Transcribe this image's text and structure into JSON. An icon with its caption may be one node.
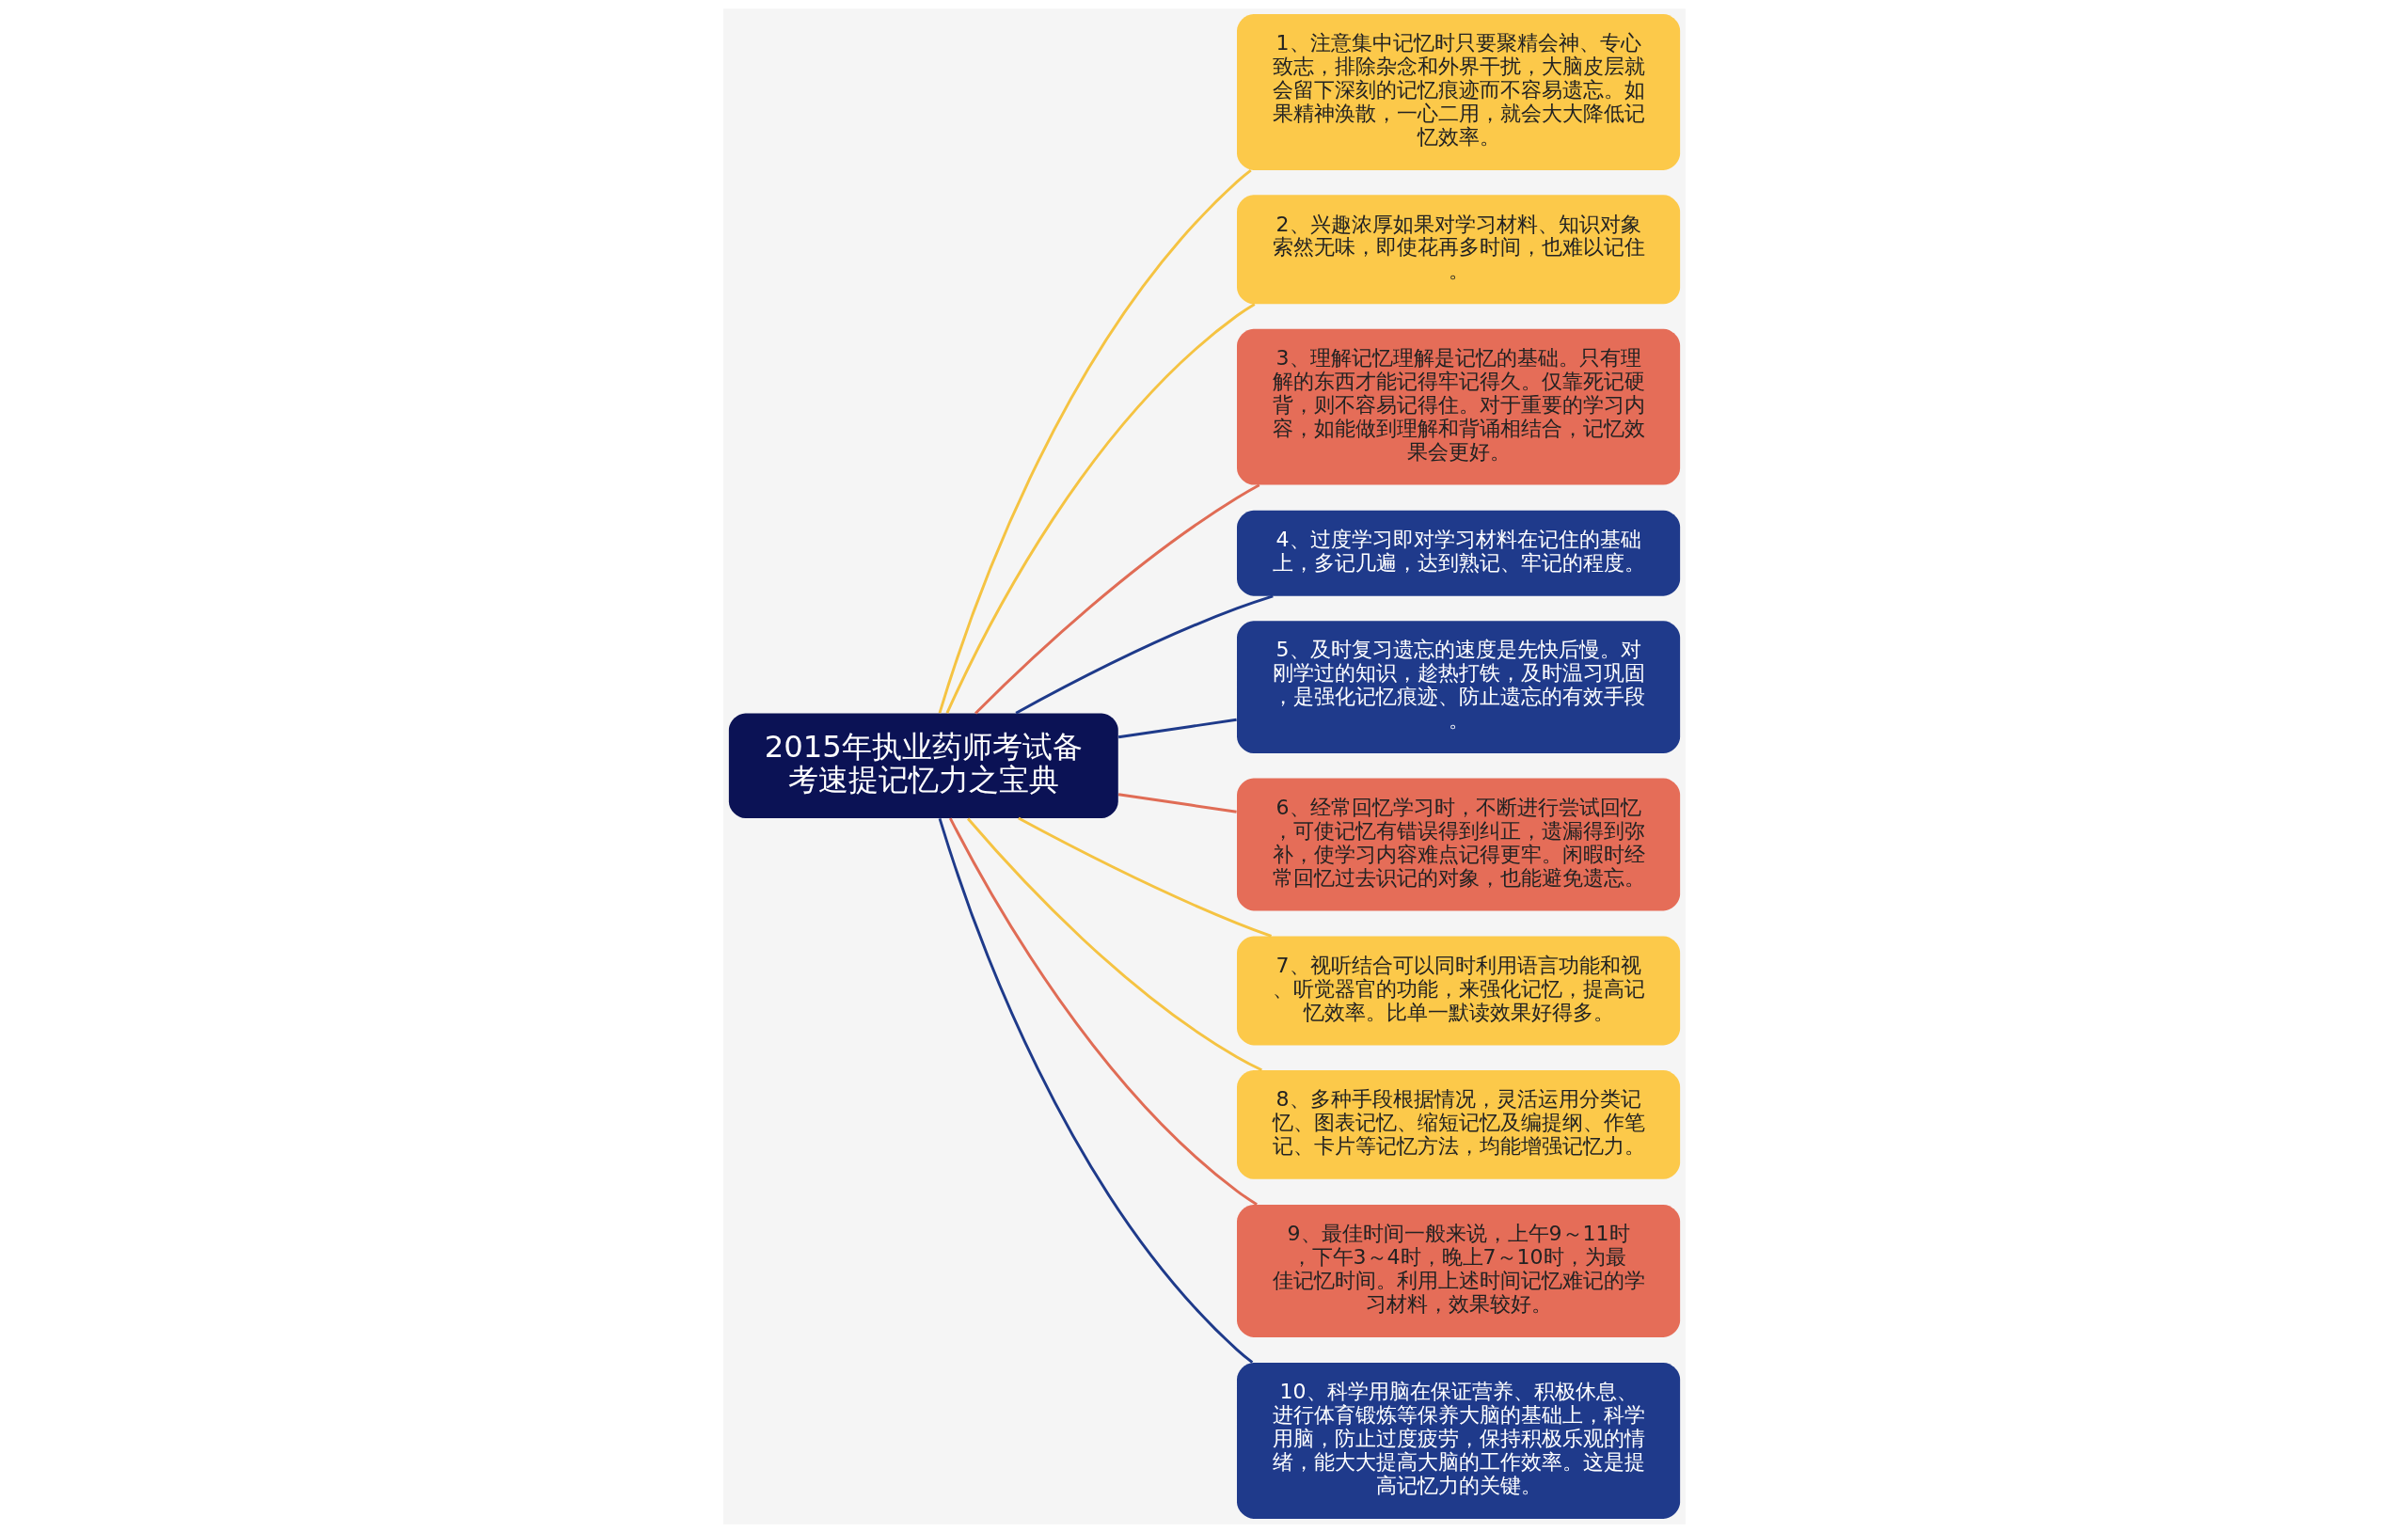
{
  "diagram": {
    "nodes": [
      {
        "text": [
          "2015年执业药师考试备考速提记忆力之宝典"
        ]
      },
      {
        "text": [
          "1、注意集中记忆时只要聚精会神、专心致志，排除杂念和外界干扰，大脑皮层就会留下深刻的记忆痕迹而不容易遗忘。如果精神涣散，一心二用，就会大大降低记忆效率。"
        ]
      },
      {
        "text": [
          "2、兴趣浓厚如果对学习材料、知识对象索然无味，即使花再多时间，也难以记住。"
        ]
      },
      {
        "text": [
          "3、理解记忆理解是记忆的基础。只有理解的东西才能记得牢记得久。仅靠死记硬背，则不容易记得住。对于重要的学习内容，如能做到理解和背诵相结合，记忆效果会更好。"
        ]
      },
      {
        "text": [
          "4、过度学习即对学习材料在记住的基础上，多记几遍，达到熟记、牢记的程度。"
        ]
      },
      {
        "text": [
          "5、及时复习遗忘的速度是先快后慢。对刚学过的知识，趁热打铁，及时温习巩固，是强化记忆痕迹、防止遗忘的有效手段。"
        ]
      },
      {
        "text": [
          "6、经常回忆学习时，不断进行尝试回忆，可使记忆有错误得到纠正，遗漏得到弥补，使学习内容难点记得更牢。闲暇时经常回忆过去识记的对象，也能避免遗忘。"
        ]
      },
      {
        "text": [
          "7、视听结合可以同时利用语言功能和视、听觉器官的功能，来强化记忆，提高记忆效率。比单一默读效果好得多。"
        ]
      },
      {
        "text": [
          "8、多种手段根据情况，灵活运用分类记忆、图表记忆、缩短记忆及编提纲、作笔记、卡片等记忆方法，均能增强记忆力。"
        ]
      },
      {
        "text": [
          "9、最佳时间一般来说，上午9～11时，下午3～4时，晚上7～10时，为最佳记忆时间。利用上述时间记忆难记的学习材料，效果较好。"
        ]
      },
      {
        "text": [
          "10、科学用脑在保证营养、积极休息、进行体育锻炼等保养大脑的基础上，科学用脑，防止过度疲劳，保持积极乐观的情绪，能大大提高大脑的工作效率。这是提高记忆力的关键。"
        ]
      }
    ],
    "edges": [
      {
        "from": 0,
        "to": 1,
        "arrow": "none",
        "color": "#f5c342"
      },
      {
        "from": 0,
        "to": 2,
        "arrow": "none",
        "color": "#f5c342"
      },
      {
        "from": 0,
        "to": 3,
        "arrow": "none",
        "color": "#e06c55"
      },
      {
        "from": 0,
        "to": 4,
        "arrow": "none",
        "color": "#1e3a8a"
      },
      {
        "from": 0,
        "to": 5,
        "arrow": "none",
        "color": "#1e3a8a"
      },
      {
        "from": 0,
        "to": 6,
        "arrow": "none",
        "color": "#e06c55"
      },
      {
        "from": 0,
        "to": 7,
        "arrow": "none",
        "color": "#f5c342"
      },
      {
        "from": 0,
        "to": 8,
        "arrow": "none",
        "color": "#f5c342"
      },
      {
        "from": 0,
        "to": 9,
        "arrow": "none",
        "color": "#e06c55"
      },
      {
        "from": 0,
        "to": 10,
        "arrow": "none",
        "color": "#1e3a8a"
      }
    ]
  }
}
